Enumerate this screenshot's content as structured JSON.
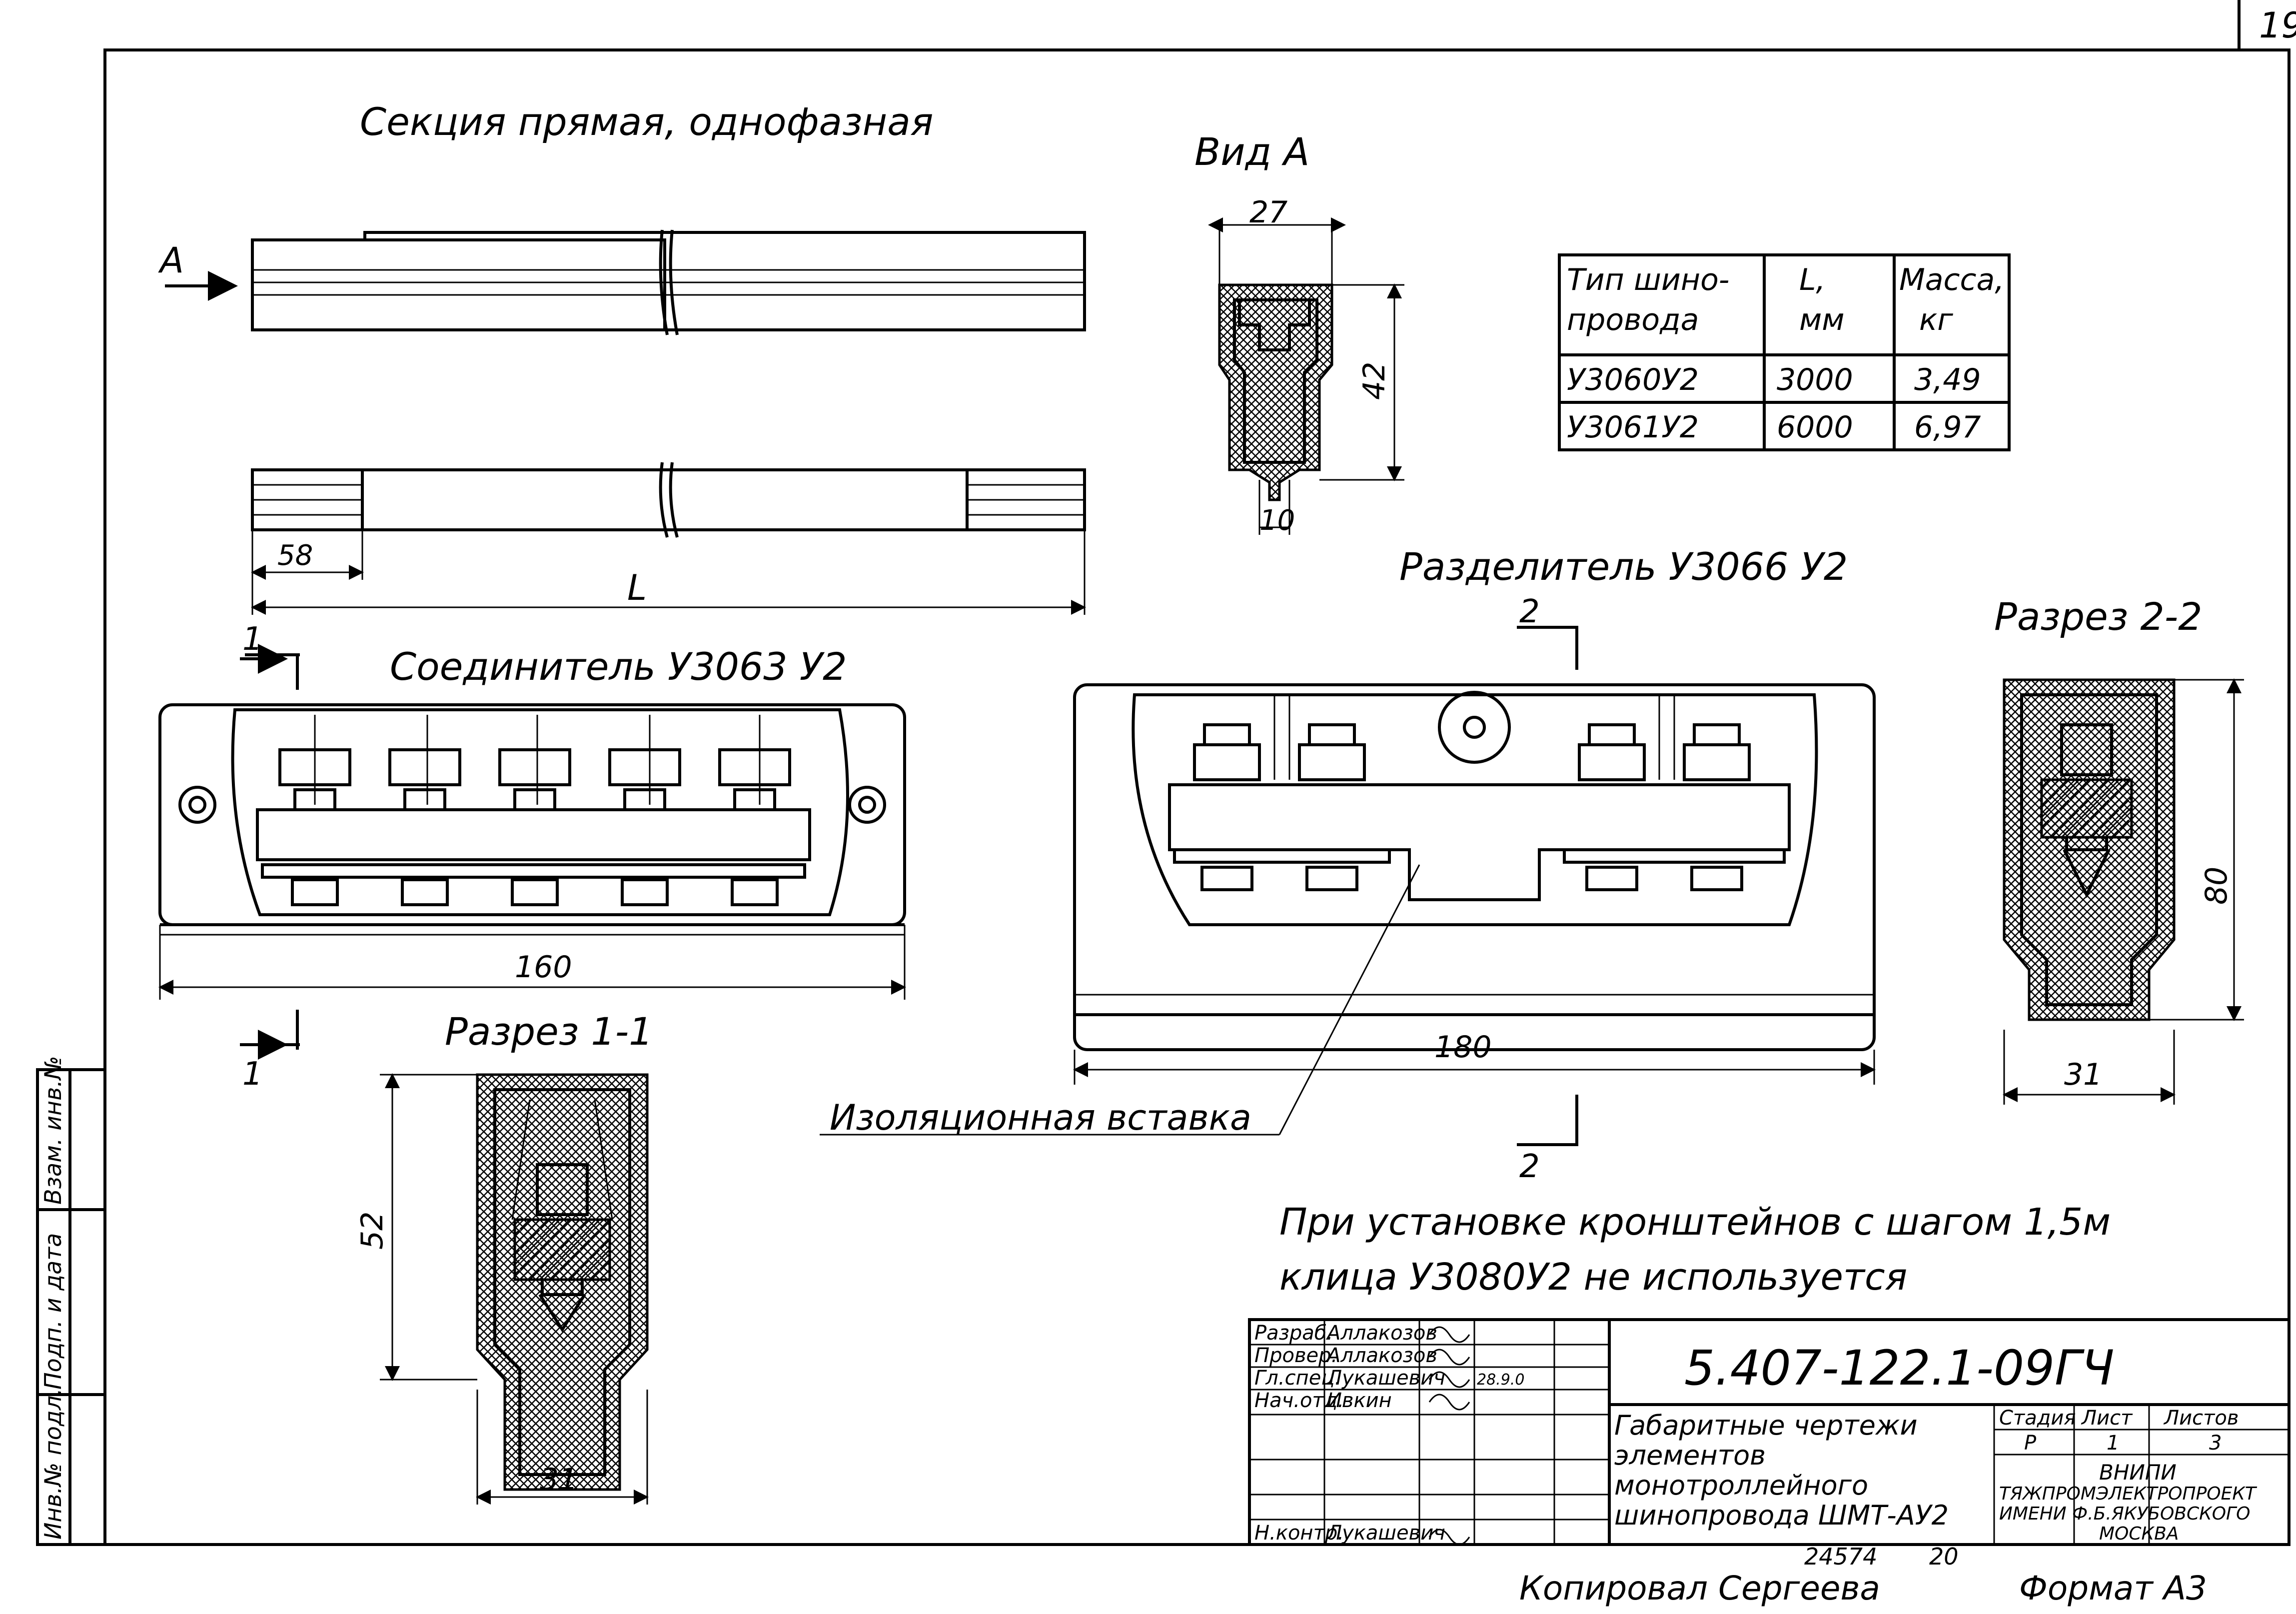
{
  "sheet_number": "19",
  "titles": {
    "section_straight": "Секция прямая, однофазная",
    "view_a": "Вид А",
    "connector": "Соединитель У3063 У2",
    "separator": "Разделитель У3066 У2",
    "section_1_1": "Разрез 1-1",
    "section_2_2": "Разрез 2-2"
  },
  "markers": {
    "arrow_a": "А",
    "cut_1": "1",
    "cut_2": "2"
  },
  "dims": {
    "d27": "27",
    "d42": "42",
    "d10": "10",
    "d58": "58",
    "dL": "L",
    "d160": "160",
    "d180": "180",
    "d52": "52",
    "d31a": "31",
    "d80": "80",
    "d31b": "31"
  },
  "insulation_label": "Изоляционная вставка",
  "note": [
    "При установке кронштейнов с шагом 1,5м",
    "клица У3080У2 не используется"
  ],
  "table": {
    "headers": [
      [
        "Тип шино-",
        "провода"
      ],
      [
        "L,",
        "мм"
      ],
      [
        "Масса,",
        "кг"
      ]
    ],
    "rows": [
      [
        "У3060У2",
        "3000",
        "3,49"
      ],
      [
        "У3061У2",
        "6000",
        "6,97"
      ]
    ]
  },
  "side_stamp": [
    "Инв.№ подл.",
    "Подп. и дата",
    "Взам. инв.№"
  ],
  "title_block": {
    "code": "5.407-122.1-09ГЧ",
    "roles": [
      "Разраб.",
      "Провер.",
      "Гл.спец.",
      "Нач.отд.",
      "",
      "",
      "Н.контр."
    ],
    "names": [
      "Аллакозов",
      "Аллакозов",
      "Лукашевич",
      "Ивкин",
      "",
      "",
      "Лукашевич"
    ],
    "date": "28.9.0",
    "description": [
      "Габаритные чертежи",
      "элементов",
      "монотроллейного",
      "шинопровода ШМТ-АУ2"
    ],
    "stage_header": "Стадия",
    "sheet_header": "Лист",
    "sheets_header": "Листов",
    "stage": "Р",
    "sheet": "1",
    "sheets": "3",
    "org": [
      "ВНИПИ",
      "ТЯЖПРОМЭЛЕКТРОПРОЕКТ",
      "ИМЕНИ Ф.Б.ЯКУБОВСКОГО",
      "МОСКВА"
    ]
  },
  "footer": {
    "number": "24574",
    "num2": "20",
    "copied": "Копировал Сергеева",
    "format": "Формат А3"
  }
}
